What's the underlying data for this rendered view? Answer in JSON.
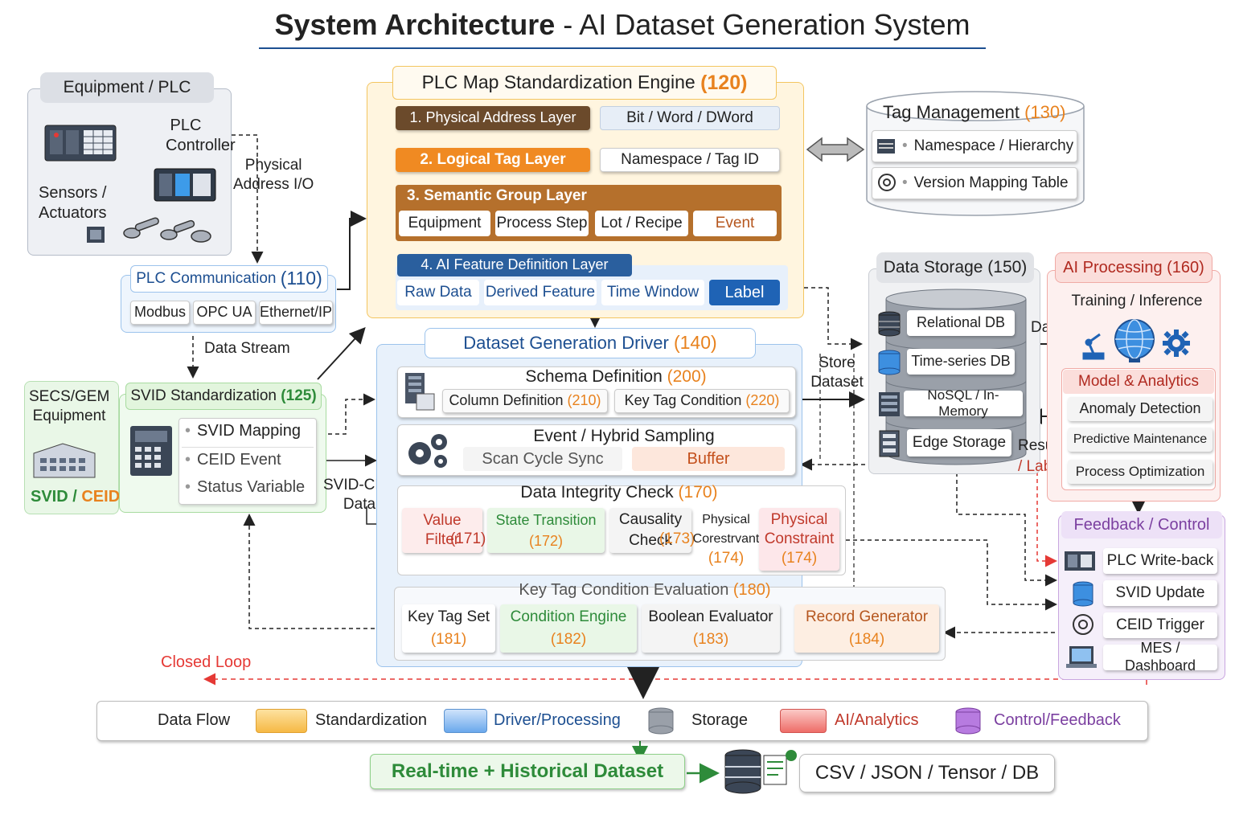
{
  "title": {
    "main": "System Architecture",
    "sep": " - ",
    "sub": "AI Dataset Generation System"
  },
  "equipment": {
    "title": "Equipment / PLC",
    "plc": "PLC\nController",
    "sensors": "Sensors /\nActuators",
    "physical_io": "Physical\nAddress I/O"
  },
  "plc_comm": {
    "title": "PLC Communication",
    "num": "(110)",
    "items": [
      "Modbus",
      "OPC UA",
      "Ethernet/IP"
    ]
  },
  "data_stream": "Data Stream",
  "secs": {
    "title": "SECS/GEM\nEquipment",
    "svid": "SVID",
    "slash": " / ",
    "ceid": "CEID"
  },
  "svid_std": {
    "title": "SVID Standardization",
    "num": "(125)",
    "items": [
      "SVID Mapping",
      "CEID Event",
      "Status Variable"
    ]
  },
  "svid_ceid_data": "SVID-CEID\nData",
  "engine": {
    "title": "PLC Map Standardization Engine",
    "num": "(120)",
    "layer1": "1. Physical Address Layer",
    "layer1_side": "Bit / Word / DWord",
    "layer2": "2. Logical Tag Layer",
    "layer2_side": "Namespace / Tag ID",
    "layer3": "3. Semantic Group Layer",
    "layer3_items": [
      "Equipment",
      "Process Step",
      "Lot / Recipe",
      "Event"
    ],
    "layer4": "4. AI Feature Definition Layer",
    "layer4_items": [
      "Raw Data",
      "Derived Feature",
      "Time Window",
      "Label"
    ]
  },
  "tag_mgmt": {
    "title": "Tag Management",
    "num": "(130)",
    "items": [
      "Namespace / Hierarchy",
      "Version Mapping Table"
    ]
  },
  "storage": {
    "title": "Data Storage (150)",
    "items": [
      "Relational DB",
      "Time-series DB",
      "NoSQL / In-Memory",
      "Edge Storage"
    ]
  },
  "store_dataset": "Store\nDataset",
  "data_label": "Data",
  "result_label": {
    "a": "Result",
    "b": "/ Label"
  },
  "ai": {
    "title": "AI Processing (160)",
    "training": "Training / Inference",
    "model": "Model & Analytics",
    "items": [
      "Anomaly Detection",
      "Predictive Maintenance",
      "Process Optimization"
    ]
  },
  "feedback": {
    "title": "Feedback / Control",
    "items": [
      "PLC Write-back",
      "SVID Update",
      "CEID Trigger",
      "MES / Dashboard"
    ]
  },
  "driver": {
    "title": "Dataset Generation Driver",
    "num": "(140)",
    "schema": {
      "title": "Schema Definition",
      "num": "(200)",
      "col": "Column Definition",
      "col_num": "(210)",
      "key": "Key Tag Condition",
      "key_num": "(220)"
    },
    "event": {
      "title": "Event / Hybrid Sampling",
      "scan": "Scan Cycle Sync",
      "buffer": "Buffer"
    },
    "integrity": {
      "title": "Data Integrity Check",
      "num": "(170)",
      "items": [
        {
          "t": "Value\nFilter",
          "n": "(171)"
        },
        {
          "t": "State Transition",
          "n": "(172)"
        },
        {
          "t": "Causality\nCheck",
          "n": "(173)"
        },
        {
          "t": "Physical\nCorestrvant",
          "n": "(174)"
        },
        {
          "t": "Physical\nConstraint",
          "n": "(174)"
        }
      ]
    },
    "keytag": {
      "title": "Key Tag Condition Evaluation",
      "num": "(180)",
      "items": [
        {
          "t": "Key Tag Set",
          "n": "(181)"
        },
        {
          "t": "Condition Engine",
          "n": "(182)"
        },
        {
          "t": "Boolean Evaluator",
          "n": "(183)"
        },
        {
          "t": "Record Generator",
          "n": "(184)"
        }
      ]
    }
  },
  "closed_loop": "Closed Loop",
  "legend": {
    "items": [
      "Data Flow",
      "Standardization",
      "Driver/Processing",
      "Storage",
      "AI/Analytics",
      "Control/Feedback"
    ]
  },
  "output": {
    "dataset": "Real-time + Historical Dataset",
    "formats": "CSV / JSON / Tensor / DB"
  },
  "colors": {
    "blue_title": "#1d4f91",
    "orange": "#e8821e",
    "red": "#c0392b",
    "green": "#2e8b3a",
    "purple": "#7b3fa0",
    "brown": "#6b4a2b"
  }
}
